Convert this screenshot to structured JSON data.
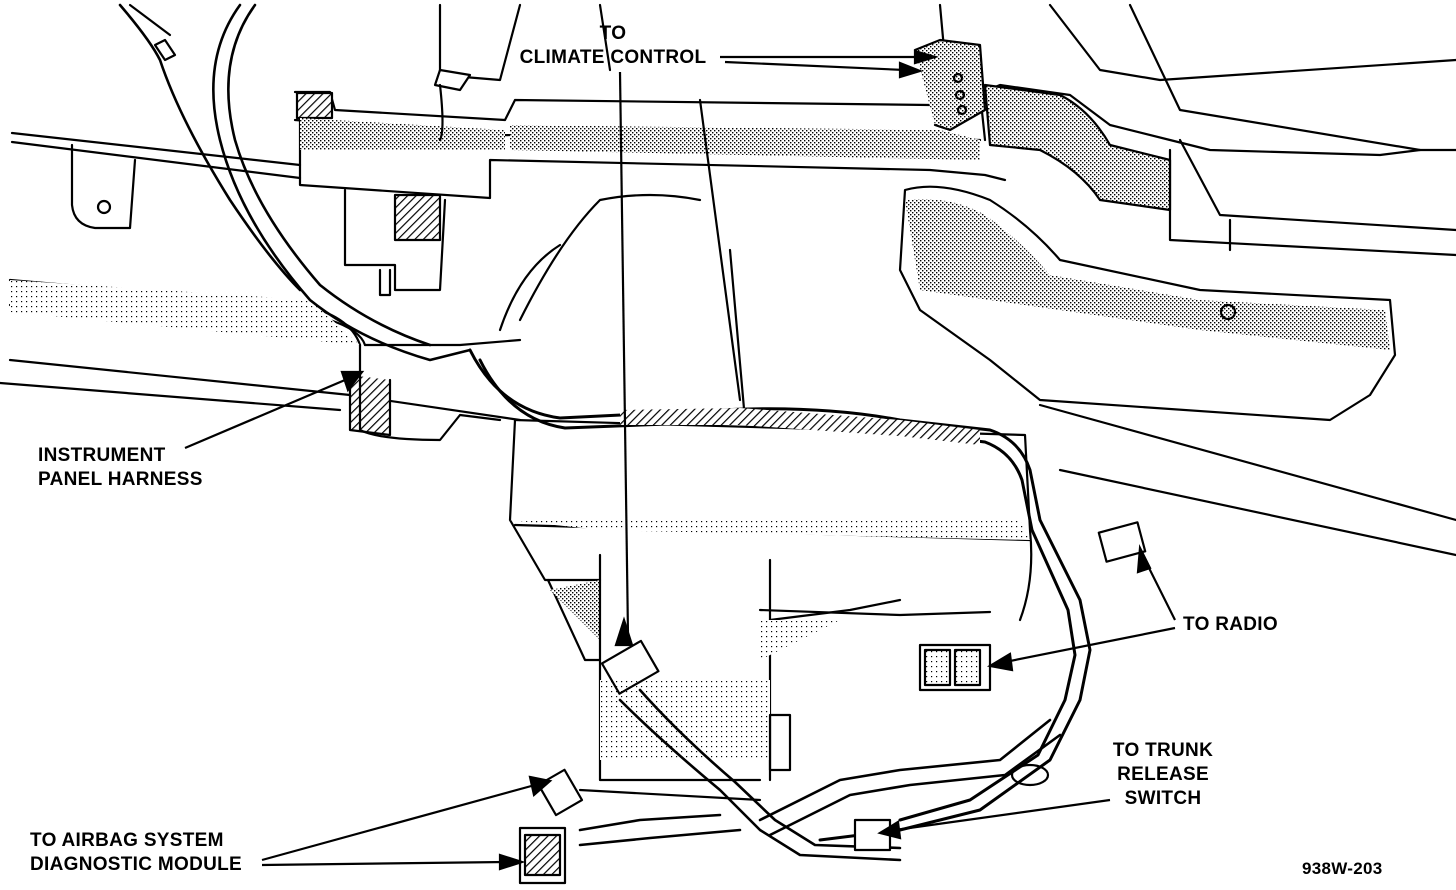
{
  "labels": {
    "climate_control": {
      "line1": "TO",
      "line2": "CLIMATE CONTROL"
    },
    "instrument_panel_harness": {
      "line1": "INSTRUMENT",
      "line2": "PANEL HARNESS"
    },
    "radio": {
      "line1": "TO RADIO"
    },
    "trunk_release": {
      "line1": "TO TRUNK",
      "line2": "RELEASE",
      "line3": "SWITCH"
    },
    "airbag": {
      "line1": "TO AIRBAG SYSTEM",
      "line2": "DIAGNOSTIC MODULE"
    },
    "figure_id": "938W-203"
  }
}
